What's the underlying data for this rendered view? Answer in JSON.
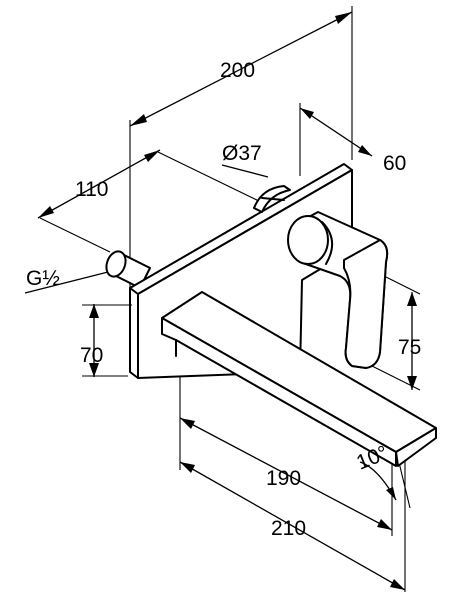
{
  "labels": {
    "width_total": "200",
    "projection_mid": "110",
    "diameter": "Ø37",
    "depth": "60",
    "thread": "G½",
    "height_plate": "70",
    "height_lever": "75",
    "spout_190": "190",
    "spout_210": "210",
    "angle": "10°"
  }
}
